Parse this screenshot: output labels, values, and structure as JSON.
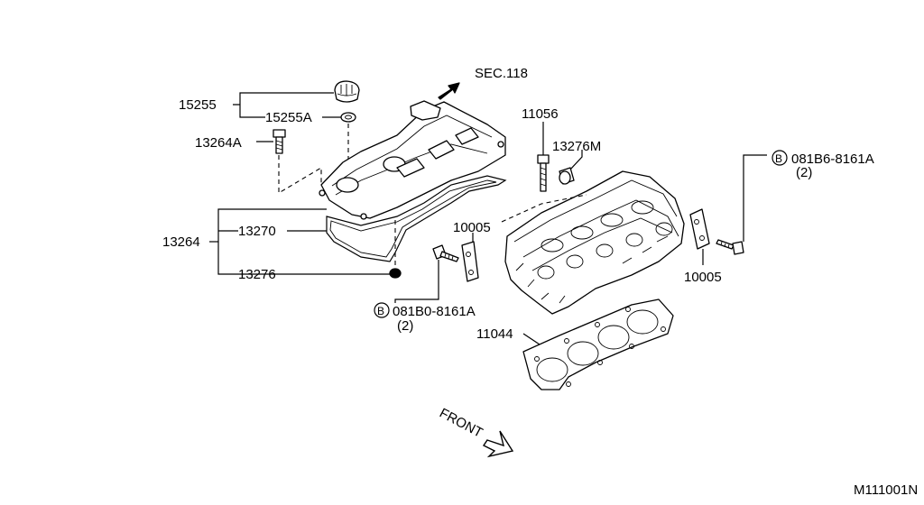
{
  "labels": {
    "sec": "SEC.118",
    "p15255": "15255",
    "p15255a": "15255A",
    "p13264a": "13264A",
    "p13264": "13264",
    "p13270": "13270",
    "p13276": "13276",
    "p11056": "11056",
    "p13276m": "13276M",
    "p10005_left": "10005",
    "p10005_right": "10005",
    "p11044": "11044",
    "bolt_left": "081B0-8161A",
    "bolt_left_qty": "(2)",
    "bolt_right": "081B6-8161A",
    "bolt_right_qty": "(2)",
    "circle_b": "B",
    "front": "FRONT",
    "diagram_id": "M111001N"
  }
}
